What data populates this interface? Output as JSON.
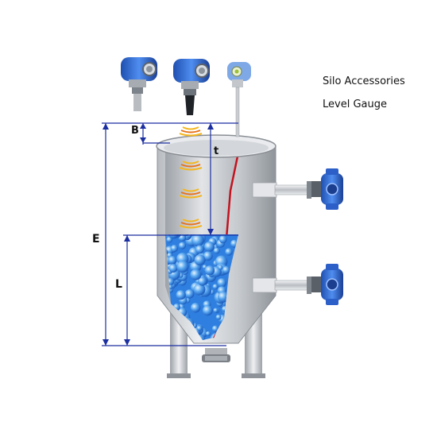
{
  "captions": {
    "line1": "Silo Accessories",
    "line2": "Level Gauge"
  },
  "labels": {
    "b": "B",
    "t": "t",
    "e": "E",
    "l": "L"
  },
  "colors": {
    "dimension": "#1c2fa0",
    "tank_steel": "#c9ccd0",
    "tank_shadow": "#9a9fa5",
    "material": "#3b8ee6",
    "material_light": "#a9d6ff",
    "inner_wall": "#c3121e",
    "sensor_blue": "#2f6bd8",
    "wave": "#f1a21a"
  },
  "icons": {
    "sensor_1": "radar-level-transmitter-icon",
    "sensor_2": "guided-wave-radar-icon",
    "sensor_3": "rod-probe-icon",
    "switch_upper": "level-switch-icon",
    "switch_lower": "level-switch-icon"
  }
}
